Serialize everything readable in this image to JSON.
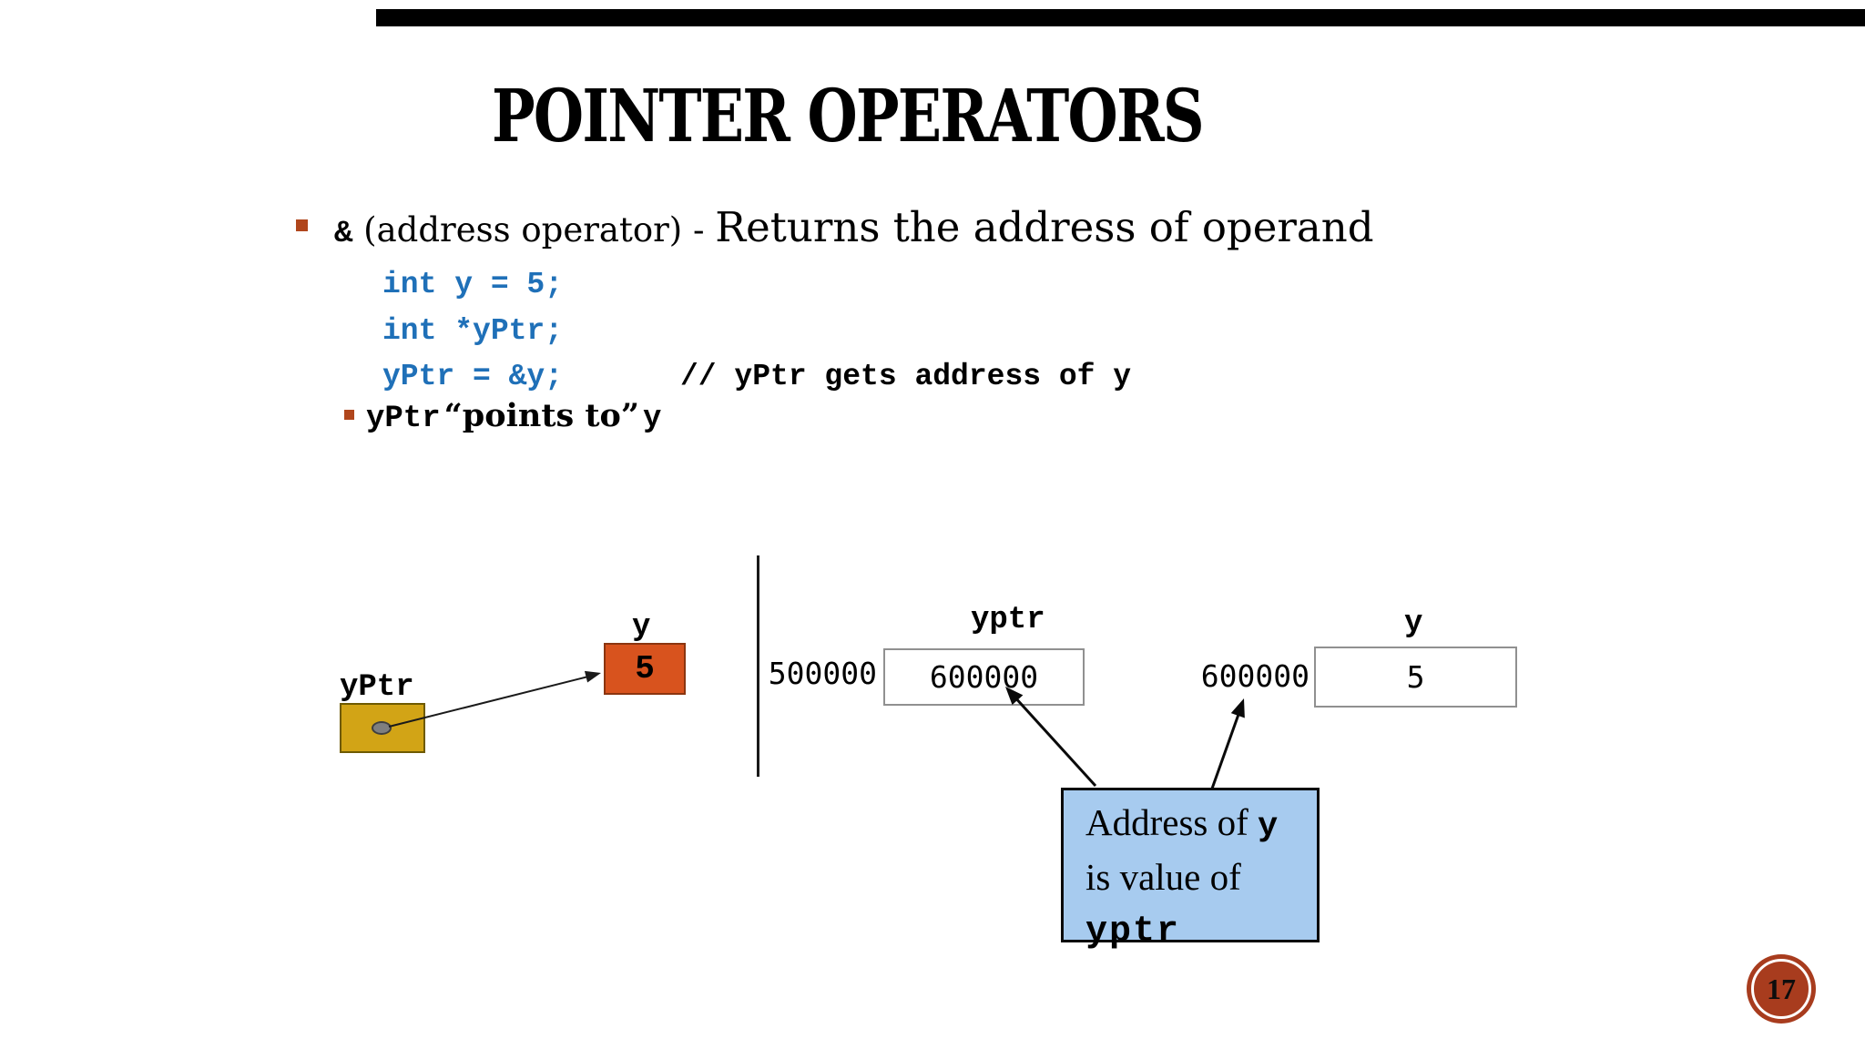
{
  "slide": {
    "title": "POINTER OPERATORS",
    "page_number": "17"
  },
  "bullets": {
    "main": {
      "amp": "&",
      "label": " (address operator) - ",
      "emphasis": "Returns the address of operand"
    },
    "sub": {
      "code_pre": "yPtr",
      "quoted": "“points to”",
      "code_post": "y"
    }
  },
  "code": {
    "line1": "int y = 5;",
    "line2": "int *yPtr;",
    "line3": "yPtr = &y;",
    "comment": "// yPtr gets address of y"
  },
  "pointer_diagram": {
    "pointer_label": "yPtr",
    "target_label": "y",
    "target_value": "5"
  },
  "memory": {
    "cells": [
      {
        "name": "yptr",
        "address": "500000",
        "value": "600000"
      },
      {
        "name": "y",
        "address": "600000",
        "value": "5"
      }
    ]
  },
  "callout": {
    "line1_text": "Address of ",
    "line1_code": "y",
    "line2_text": "is value of",
    "line3_code": "yptr"
  },
  "colors": {
    "accent_rust": "#B0461C",
    "pointer_box_fill": "#D2A416",
    "target_box_fill": "#D8531E",
    "code_blue": "#1F70B8",
    "callout_blue": "#A7CBEF",
    "badge_red": "#A83C1E",
    "top_bar": "#000000"
  }
}
